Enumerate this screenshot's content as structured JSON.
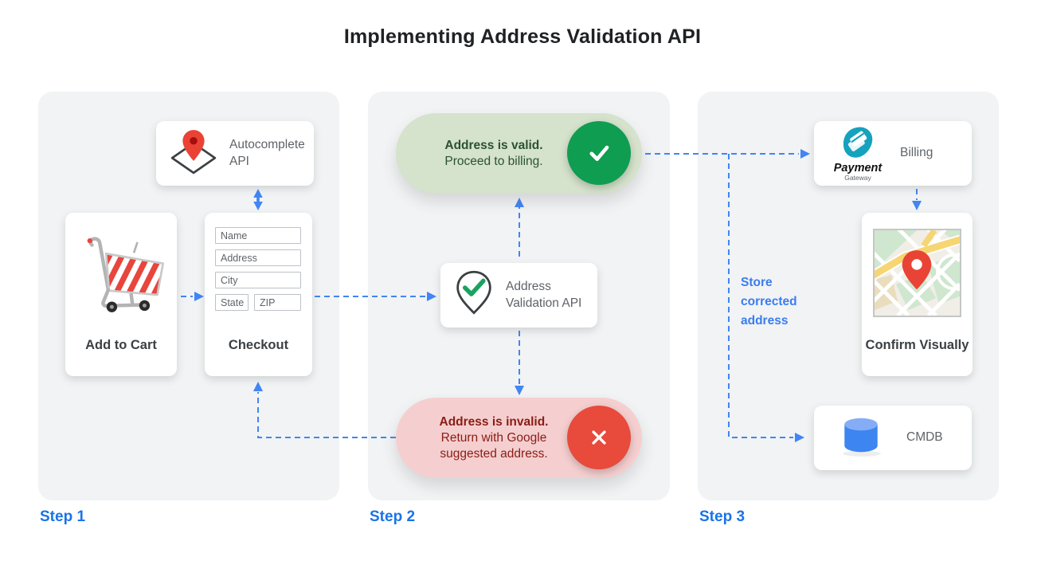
{
  "title": "Implementing Address Validation API",
  "steps": {
    "step1": {
      "label": "Step 1"
    },
    "step2": {
      "label": "Step 2"
    },
    "step3": {
      "label": "Step 3"
    }
  },
  "cards": {
    "autocomplete": {
      "label": "Autocomplete API",
      "icon": "map-pin-diamond-icon"
    },
    "add_to_cart": {
      "label": "Add to Cart",
      "icon": "shopping-cart-icon"
    },
    "checkout": {
      "label": "Checkout",
      "fields": {
        "name": "Name",
        "address": "Address",
        "city": "City",
        "state": "State",
        "zip": "ZIP"
      }
    },
    "validation": {
      "label": "Address Validation API",
      "icon": "pin-check-icon"
    },
    "valid_outcome": {
      "title": "Address is valid.",
      "subtitle": "Proceed to billing.",
      "icon": "check-circle-icon"
    },
    "invalid_outcome": {
      "title": "Address is invalid.",
      "subtitle": "Return with Google suggested address.",
      "icon": "x-circle-icon"
    },
    "billing": {
      "label": "Billing",
      "logo_title": "Payment",
      "logo_subtitle": "Gateway",
      "icon": "payment-gateway-logo"
    },
    "confirm": {
      "label": "Confirm Visually",
      "icon": "map-thumbnail"
    },
    "cmdb": {
      "label": "CMDB",
      "icon": "database-icon"
    }
  },
  "annotations": {
    "store_corrected": "Store corrected address"
  },
  "colors": {
    "accent_blue": "#1a73e8",
    "connector_blue": "#4285f4",
    "green": "#0f9d51",
    "red": "#e84a3b",
    "valid_pill_bg": "#d5e2cc",
    "invalid_pill_bg": "#f5cfcf",
    "valid_text": "#2b5134",
    "invalid_text": "#8a1c16",
    "panel_bg": "#f1f3f4",
    "gateway_teal": "#16a2bd"
  }
}
